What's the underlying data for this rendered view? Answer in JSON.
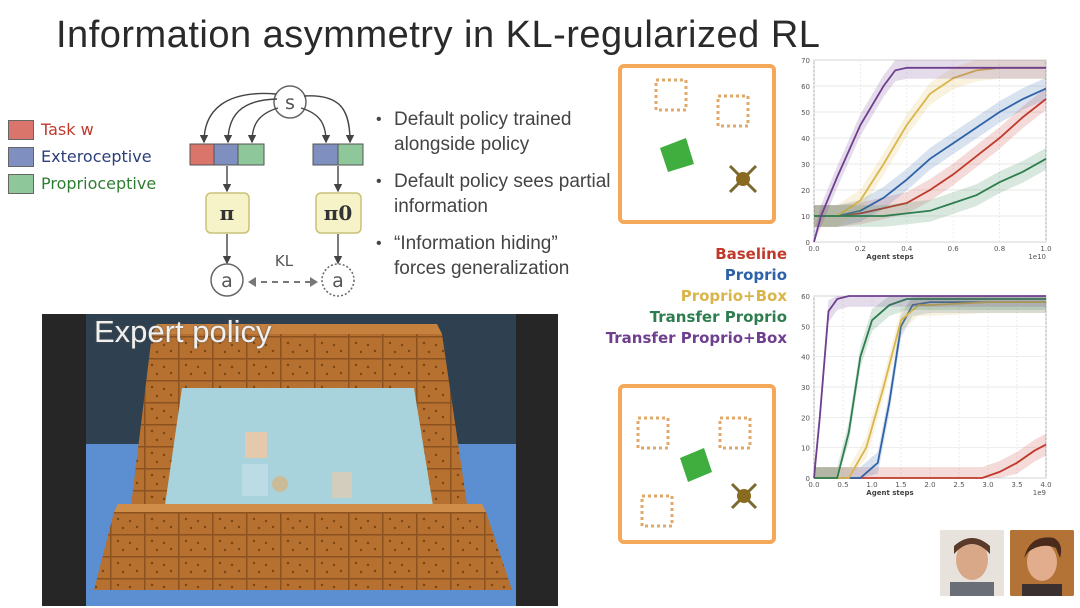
{
  "title": "Information asymmetry in KL-regularized RL",
  "legend": [
    {
      "label": "Task w",
      "color": "#d9756a",
      "text_color": "#c0392b"
    },
    {
      "label": "Exteroceptive",
      "color": "#7f8fbf",
      "text_color": "#2c3e7a"
    },
    {
      "label": "Proprioceptive",
      "color": "#8ec79a",
      "text_color": "#2e7d32"
    }
  ],
  "diagram": {
    "state_label": "s",
    "policy_label": "π",
    "default_policy_label": "π0",
    "action_label": "a",
    "kl_label": "KL"
  },
  "bullets": [
    "Default policy trained alongside policy",
    "Default policy sees partial information",
    "“Information hiding” forces generalization"
  ],
  "video_label": "Expert policy",
  "series_legend": [
    {
      "name": "Baseline",
      "color": "#c0392b"
    },
    {
      "name": "Proprio",
      "color": "#2e62a8"
    },
    {
      "name": "Proprio+Box",
      "color": "#d9b54a"
    },
    {
      "name": "Transfer Proprio",
      "color": "#2e7d4f"
    },
    {
      "name": "Transfer Proprio+Box",
      "color": "#6f3f8f"
    }
  ],
  "chart_data": [
    {
      "type": "line",
      "xlabel": "Agent steps",
      "x_multiplier": "1e10",
      "xlim": [
        0,
        1.0
      ],
      "ylim": [
        0,
        70
      ],
      "xticks": [
        "0.0",
        "0.2",
        "0.4",
        "0.6",
        "0.8",
        "1.0"
      ],
      "yticks": [
        "0",
        "10",
        "20",
        "30",
        "40",
        "50",
        "60",
        "70"
      ],
      "series": [
        {
          "name": "Baseline",
          "color": "#c0392b",
          "x": [
            0,
            0.1,
            0.2,
            0.3,
            0.4,
            0.5,
            0.6,
            0.7,
            0.8,
            0.9,
            1.0
          ],
          "y": [
            10,
            10,
            11,
            13,
            15,
            20,
            26,
            33,
            40,
            48,
            55
          ]
        },
        {
          "name": "Proprio",
          "color": "#2e62a8",
          "x": [
            0,
            0.1,
            0.2,
            0.3,
            0.4,
            0.5,
            0.6,
            0.7,
            0.8,
            0.9,
            1.0
          ],
          "y": [
            10,
            10,
            12,
            17,
            24,
            32,
            38,
            44,
            50,
            55,
            59
          ]
        },
        {
          "name": "Proprio+Box",
          "color": "#d9b54a",
          "x": [
            0,
            0.1,
            0.2,
            0.3,
            0.4,
            0.5,
            0.6,
            0.7,
            0.8,
            0.9,
            1.0
          ],
          "y": [
            10,
            10,
            16,
            30,
            45,
            57,
            63,
            66,
            67,
            67,
            67
          ]
        },
        {
          "name": "Transfer Proprio",
          "color": "#2e7d4f",
          "x": [
            0,
            0.1,
            0.2,
            0.3,
            0.4,
            0.5,
            0.6,
            0.7,
            0.8,
            0.9,
            1.0
          ],
          "y": [
            10,
            10,
            10,
            10,
            11,
            12,
            15,
            18,
            23,
            27,
            32
          ]
        },
        {
          "name": "Transfer Proprio+Box",
          "color": "#6f3f8f",
          "x": [
            0,
            0.03,
            0.1,
            0.2,
            0.3,
            0.35,
            0.4,
            0.5,
            0.6,
            0.7,
            0.8,
            0.9,
            1.0
          ],
          "y": [
            0,
            10,
            25,
            45,
            60,
            66,
            67,
            67,
            67,
            67,
            67,
            67,
            67
          ]
        }
      ]
    },
    {
      "type": "line",
      "xlabel": "Agent steps",
      "x_multiplier": "1e9",
      "xlim": [
        0,
        4.0
      ],
      "ylim": [
        0,
        60
      ],
      "xticks": [
        "0.0",
        "0.5",
        "1.0",
        "1.5",
        "2.0",
        "2.5",
        "3.0",
        "3.5",
        "4.0"
      ],
      "yticks": [
        "0",
        "10",
        "20",
        "30",
        "40",
        "50",
        "60"
      ],
      "series": [
        {
          "name": "Baseline",
          "color": "#c0392b",
          "x": [
            0,
            1,
            2,
            2.9,
            3.2,
            3.5,
            3.8,
            4.0
          ],
          "y": [
            0,
            0,
            0,
            0,
            2,
            5,
            9,
            11
          ]
        },
        {
          "name": "Proprio",
          "color": "#2e62a8",
          "x": [
            0,
            0.8,
            1.1,
            1.3,
            1.5,
            1.7,
            2,
            3,
            4
          ],
          "y": [
            0,
            0,
            5,
            25,
            50,
            57,
            58,
            58,
            58
          ]
        },
        {
          "name": "Proprio+Box",
          "color": "#d9b54a",
          "x": [
            0,
            0.6,
            0.9,
            1.2,
            1.5,
            1.8,
            2,
            3,
            4
          ],
          "y": [
            0,
            0,
            10,
            30,
            52,
            57,
            57,
            58,
            58
          ]
        },
        {
          "name": "Transfer Proprio",
          "color": "#2e7d4f",
          "x": [
            0,
            0.4,
            0.6,
            0.8,
            1.0,
            1.3,
            1.6,
            2,
            3,
            4
          ],
          "y": [
            0,
            0,
            15,
            40,
            52,
            57,
            59,
            59,
            59,
            59
          ]
        },
        {
          "name": "Transfer Proprio+Box",
          "color": "#6f3f8f",
          "x": [
            0,
            0.1,
            0.25,
            0.4,
            0.6,
            1,
            2,
            3,
            4
          ],
          "y": [
            0,
            20,
            55,
            59,
            60,
            60,
            60,
            60,
            60
          ]
        }
      ]
    }
  ]
}
